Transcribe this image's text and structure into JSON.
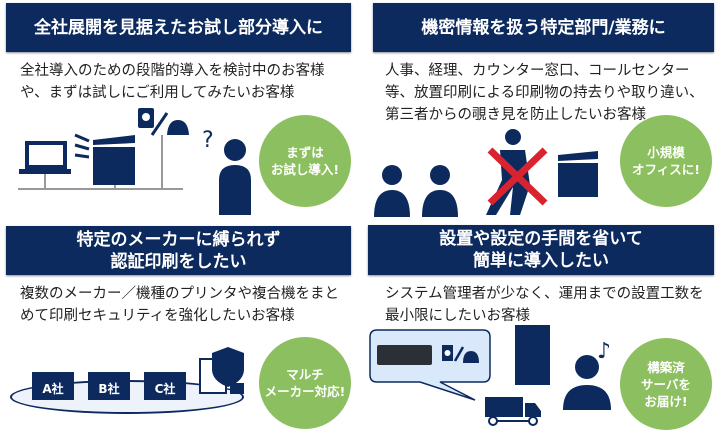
{
  "colors": {
    "navy": "#0c2a5e",
    "green": "#8cbf5f"
  },
  "panels": [
    {
      "title": "全社展開を見据えたお試し部分導入に",
      "description": "全社導入のための段階的導入を検討中のお客様や、まずは試しにご利用してみたいお客様",
      "badge": "まずは\nお試し導入!"
    },
    {
      "title": "機密情報を扱う特定部門/業務に",
      "description": "人事、経理、カウンター窓口、コールセンター等、放置印刷による印刷物の持去りや取り違い、第三者からの覗き見を防止したいお客様",
      "badge": "小規模\nオフィスに!"
    },
    {
      "title": "特定のメーカーに縛られず\n認証印刷をしたい",
      "description": "複数のメーカー／機種のプリンタや複合機をまとめて印刷セキュリティを強化したいお客様",
      "badge": "マルチ\nメーカー対応!",
      "companies": [
        "A社",
        "B社",
        "C社"
      ]
    },
    {
      "title": "設置や設定の手間を省いて\n簡単に導入したい",
      "description": "システム管理者が少なく、運用までの設置工数を最小限にしたいお客様",
      "badge": "構築済\nサーバを\nお届け!"
    }
  ]
}
